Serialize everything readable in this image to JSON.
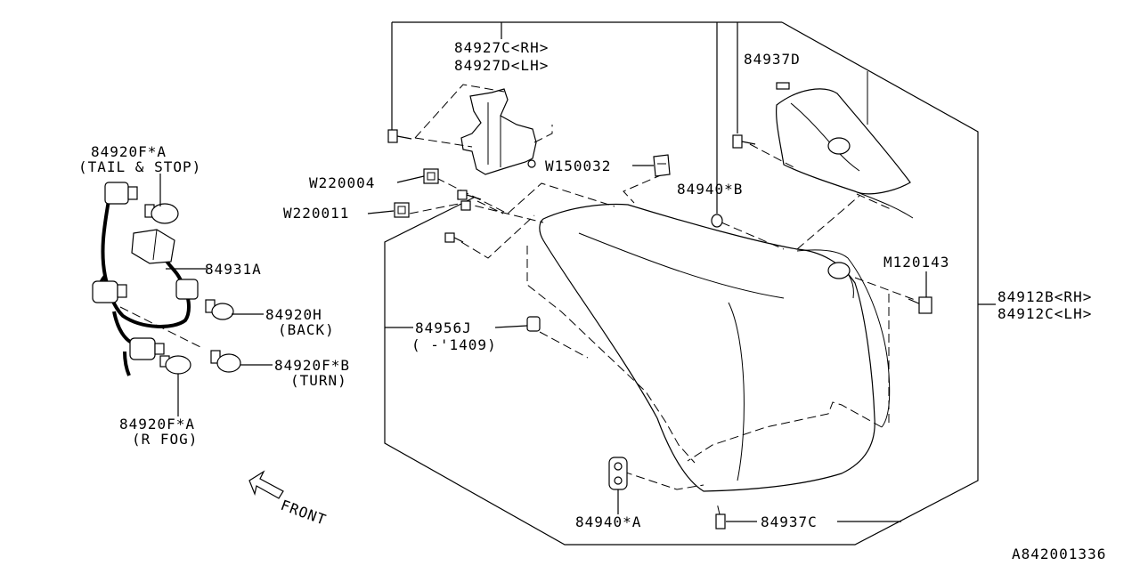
{
  "labels": {
    "bracket_rh": "84927C<RH>",
    "bracket_lh": "84927D<LH>",
    "pad_d": "84937D",
    "tail_stop_part": "84920F*A",
    "tail_stop_desc": "(TAIL & STOP)",
    "clip_w220004": "W220004",
    "clip_w150032": "W150032",
    "washer_b": "84940*B",
    "clip_w220011": "W220011",
    "screw_m120143": "M120143",
    "socket_harness": "84931A",
    "lamp_rh": "84912B<RH>",
    "lamp_lh": "84912C<LH>",
    "back_part": "84920H",
    "back_desc": "(BACK)",
    "nut_part": "84956J",
    "nut_date": "( -'1409)",
    "turn_part": "84920F*B",
    "turn_desc": "(TURN)",
    "fog_part": "84920F*A",
    "fog_desc": "(R FOG)",
    "washer_a": "84940*A",
    "pad_c": "84937C",
    "front": "FRONT",
    "diagram_id": "A842001336"
  }
}
